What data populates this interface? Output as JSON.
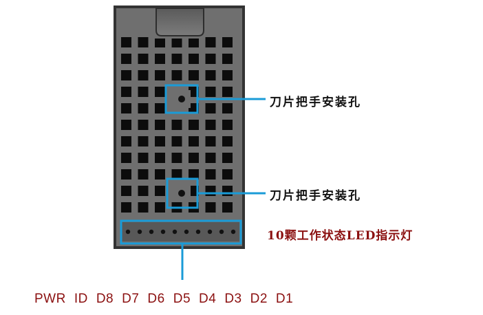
{
  "callouts": {
    "handle_hole_upper": "刀片把手安装孔",
    "handle_hole_lower": "刀片把手安装孔",
    "status_leds": "10颗工作状态LED指示灯"
  },
  "led_ids": [
    "PWR",
    "ID",
    "D8",
    "D7",
    "D6",
    "D5",
    "D4",
    "D3",
    "D2",
    "D1"
  ],
  "colors": {
    "callout_line": "#1a9bd7",
    "led_label": "#8b1010",
    "led_id_text": "#8b1010",
    "panel_body": "#707070",
    "panel_hole": "#0c0c0c"
  }
}
